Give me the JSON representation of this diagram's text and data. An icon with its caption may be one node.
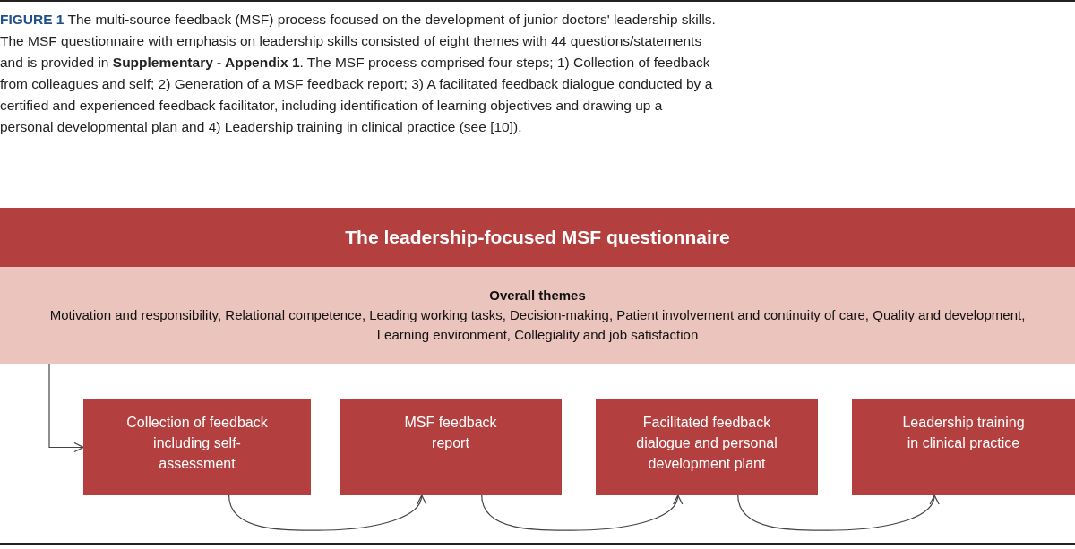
{
  "diagram": {
    "caption": "**FIGURE 1** The multi-source feedback (MSF) process focused on the development of junior doctors' leadership skills. The MSF questionnaire with emphasis on leadership skills consisted of eight themes with 44 questions/statements and is provided in **Supplementary - Appendix 1**. The MSF process comprised four steps; 1) Collection of feedback from colleagues and self; 2) Generation of a MSF feedback report; 3) A facilitated feedback dialogue conducted by a certified and experienced feedback facilitator, including identification of learning objectives and drawing up a personal developmental plan and 4) Leadership training in clinical practice (see [10]).",
    "nodes": [
      {
        "text": [
          "The leadership-focused MSF questionnaire"
        ]
      },
      {
        "text": [
          "Overall themes",
          "Motivation and responsibility, Relational competence, Leading working tasks, Decision-making, Patient involvement and continuity of care, Quality and development, Learning environment, Collegiality and job satisfaction"
        ]
      },
      {
        "text": [
          "Collection of feedback including self-assessment"
        ]
      },
      {
        "text": [
          "MSF feedback report"
        ]
      },
      {
        "text": [
          "Facilitated feedback dialogue and personal development plant"
        ]
      },
      {
        "text": [
          "Leadership training in clinical practice"
        ]
      }
    ],
    "edges": [
      {
        "from": 1,
        "to": 2,
        "arrow": "to"
      },
      {
        "from": 2,
        "to": 3,
        "arrow": "to"
      },
      {
        "from": 3,
        "to": 4,
        "arrow": "to"
      },
      {
        "from": 4,
        "to": 5,
        "arrow": "to"
      }
    ]
  }
}
